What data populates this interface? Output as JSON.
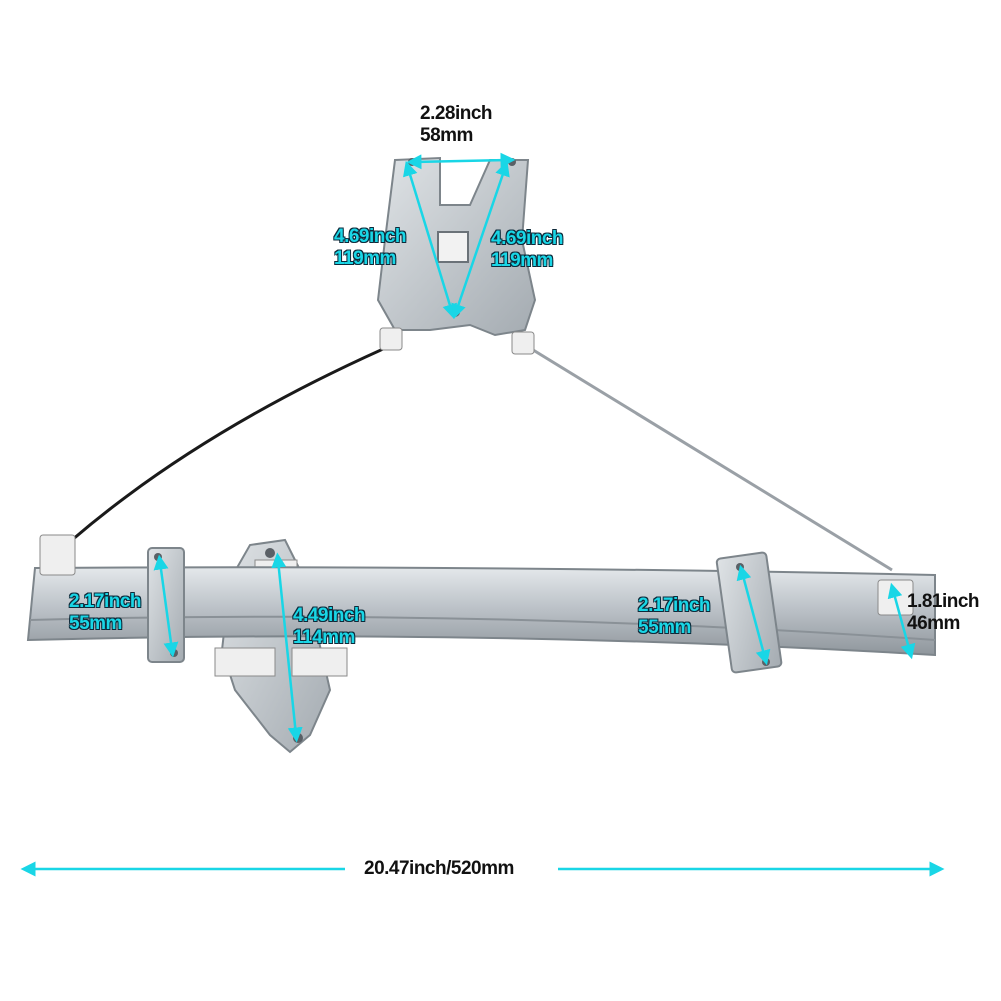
{
  "dimensions": {
    "top_bracket_width": {
      "inch": "2.28inch",
      "mm": "58mm"
    },
    "top_bracket_left": {
      "inch": "4.69inch",
      "mm": "119mm"
    },
    "top_bracket_right": {
      "inch": "4.69inch",
      "mm": "119mm"
    },
    "left_clip": {
      "inch": "2.17inch",
      "mm": "55mm"
    },
    "center_bracket": {
      "inch": "4.49inch",
      "mm": "114mm"
    },
    "right_clip": {
      "inch": "2.17inch",
      "mm": "55mm"
    },
    "rail_end": {
      "inch": "1.81inch",
      "mm": "46mm"
    },
    "overall_length": "20.47inch/520mm"
  },
  "colors": {
    "annotation": "#19d6e6",
    "metal": "#c3c9cf",
    "cable_black": "#1a1a1a",
    "cable_steel": "#9aa0a6"
  }
}
